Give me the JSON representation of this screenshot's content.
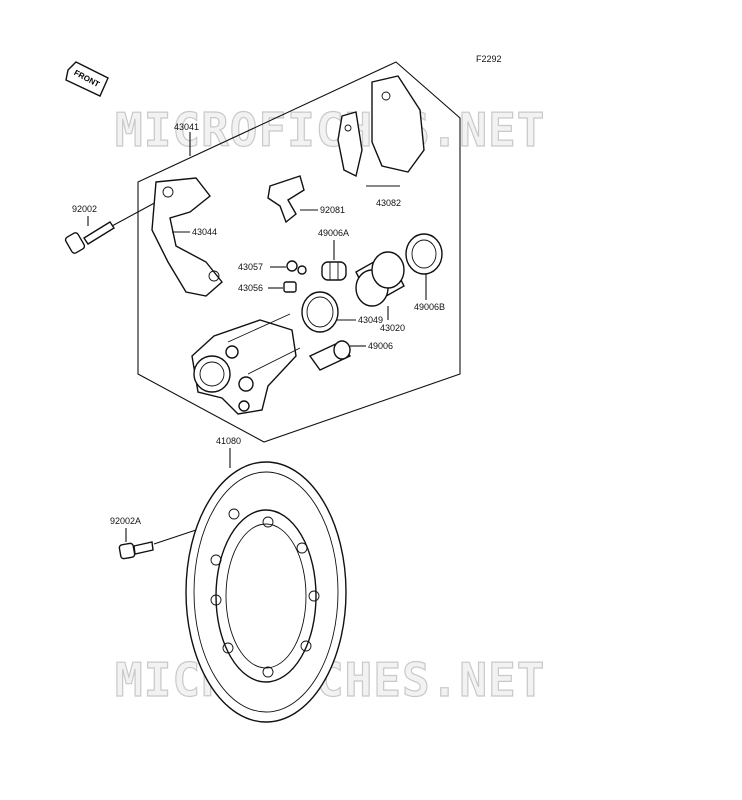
{
  "figure_code": "F2292",
  "front_arrow_label": "FRONT",
  "watermark": "MICROFICHES.NET",
  "parts": {
    "caliper_assembly": "43041",
    "pad_set": "43082",
    "pad_spring": "92081",
    "bolt": "92002",
    "caliper_holder": "43044",
    "boot_a": "49006A",
    "bleeder_cap": "43057",
    "bleeder_valve": "43056",
    "piston": "43020",
    "seal_ring": "43049",
    "seal_b": "49006B",
    "boot": "49006",
    "disc": "41080",
    "disc_bolt": "92002A"
  }
}
